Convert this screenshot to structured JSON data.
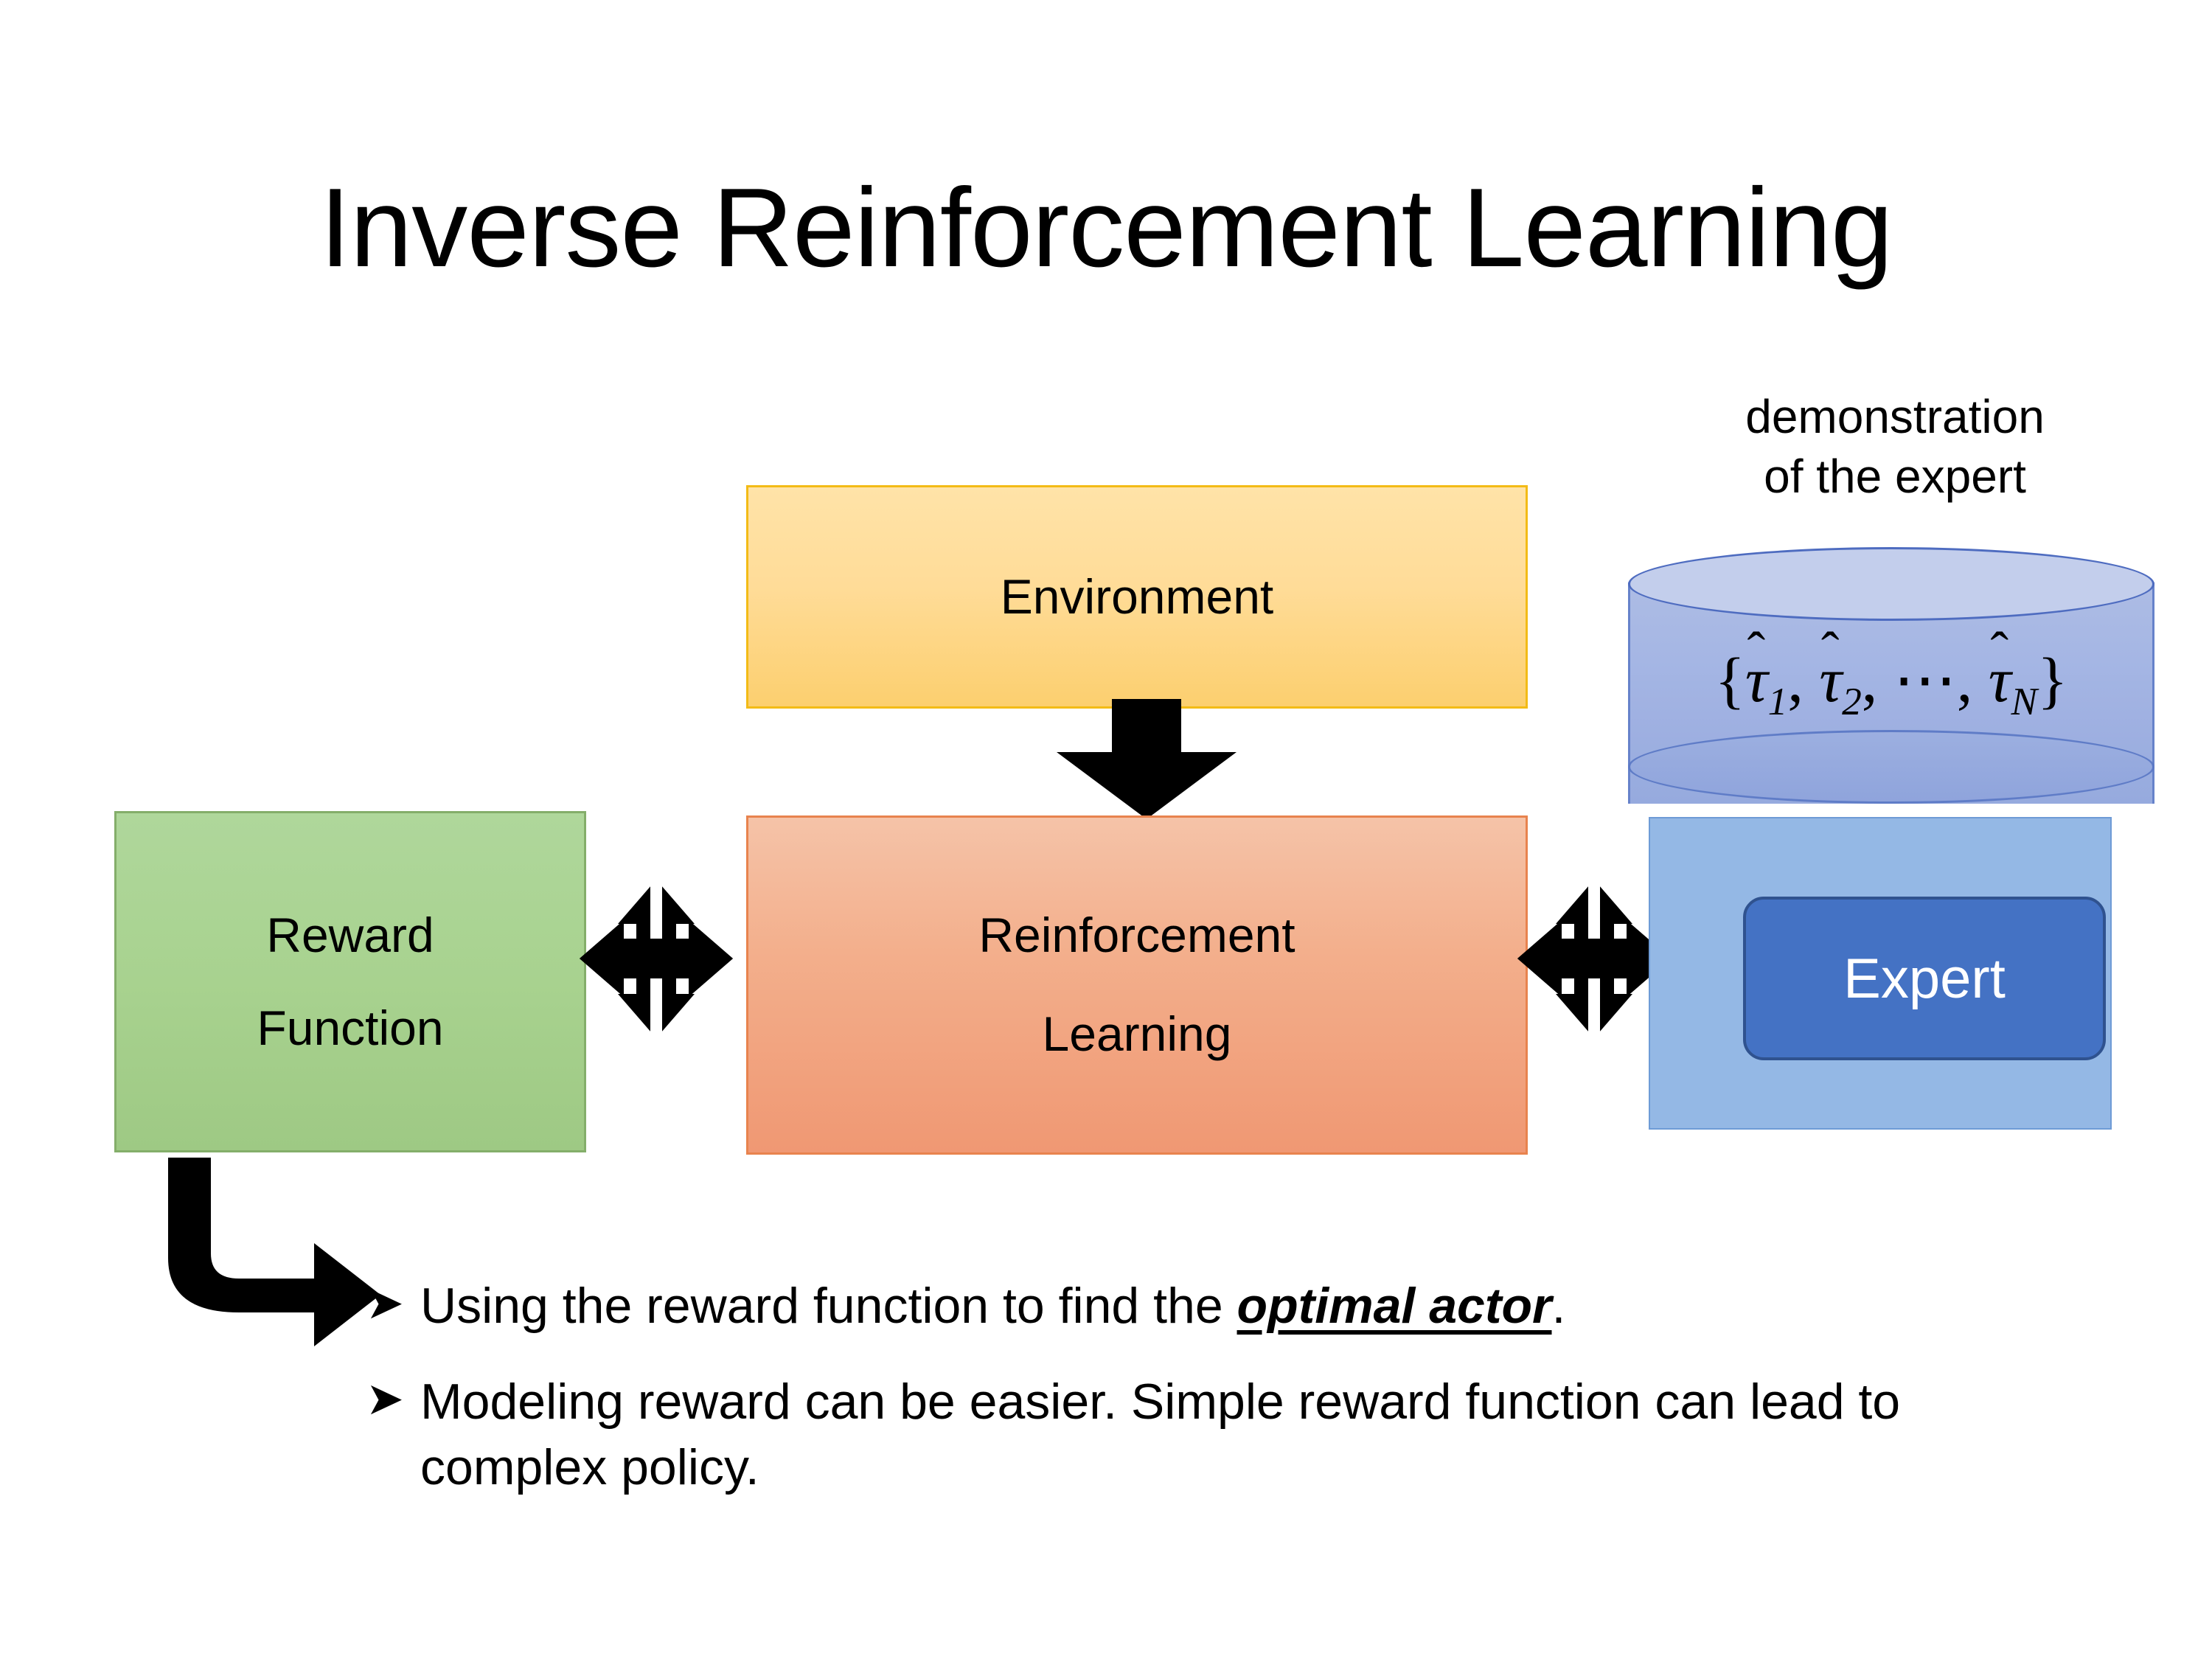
{
  "slide": {
    "title": "Inverse Reinforcement Learning",
    "background_color": "#FFFFFF"
  },
  "boxes": {
    "environment": {
      "label": "Environment",
      "fill_top": "#FFE3A8",
      "fill_bottom": "#FCCF6F",
      "border": "#F3BB16"
    },
    "reinforcement_learning": {
      "label_line1": "Reinforcement",
      "label_line2": "Learning",
      "fill_top": "#F5C3A8",
      "fill_bottom": "#F09873",
      "border": "#E8834E"
    },
    "reward_function": {
      "label_line1": "Reward",
      "label_line2": "Function",
      "fill": "#A9D18E",
      "border": "#84AE6A"
    },
    "expert": {
      "label": "Expert",
      "fill": "#4472C4",
      "border": "#2F528F",
      "text_color": "#FFFFFF"
    },
    "expert_backdrop": {
      "fill": "#94B8E5",
      "border": "#6E9BD6"
    }
  },
  "demonstration": {
    "caption_line1": "demonstration",
    "caption_line2": "of the expert",
    "cylinder": {
      "formula_open": "{",
      "tau": "τ",
      "hat": "ˆ",
      "sub1": "1",
      "sub2": "2",
      "subN": "N",
      "comma": ",",
      "ellipsis": "⋯",
      "formula_close": "}",
      "formula_plain": "{τ̂1, τ̂2, ⋯, τ̂N}",
      "top_fill": "#C3CEEC",
      "body_fill": "#9FB1E2",
      "border": "#5B79C6"
    }
  },
  "arrows": {
    "env_to_rl": "down-arrow",
    "reward_rl": "quad-arrow",
    "rl_expert": "quad-arrow",
    "reward_to_bullets": "elbow-arrow",
    "color": "#000000"
  },
  "bullets": [
    {
      "marker": "➤",
      "text_before": "Using the reward function to find the ",
      "emphasis": "optimal actor",
      "text_after": "."
    },
    {
      "marker": "➤",
      "text_before": "Modeling reward can be easier. Simple reward function can lead to complex policy.",
      "emphasis": "",
      "text_after": ""
    }
  ]
}
